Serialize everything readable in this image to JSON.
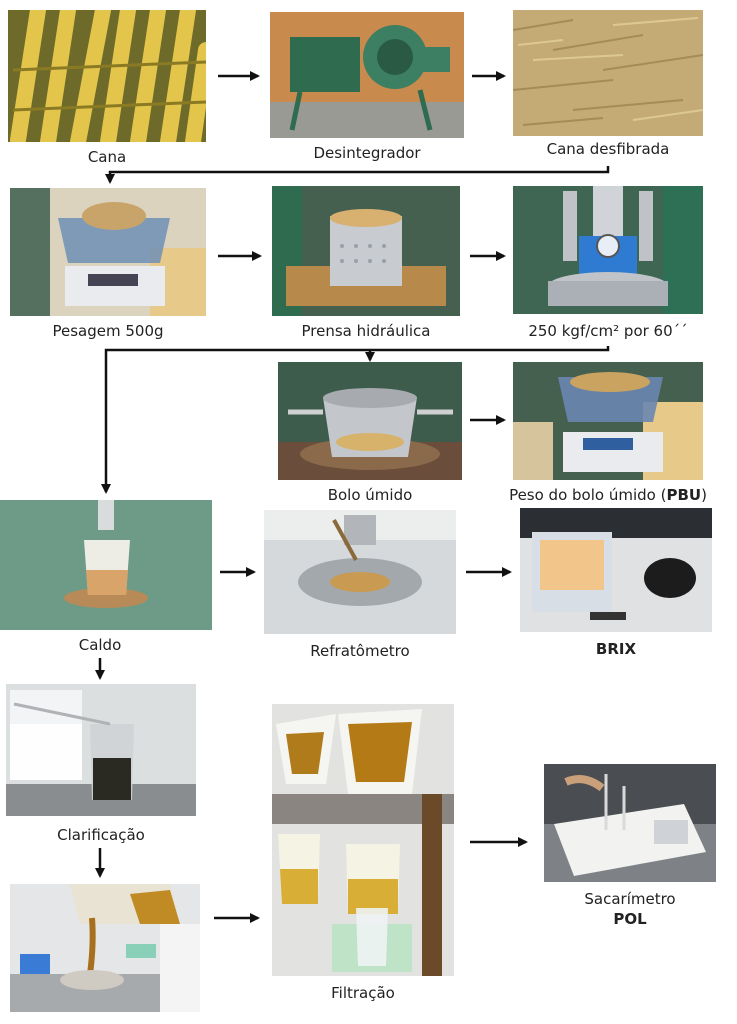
{
  "steps": {
    "cana": "Cana",
    "desintegrador": "Desintegrador",
    "cana_desfibrada": "Cana desfibrada",
    "pesagem": "Pesagem 500g",
    "prensa": "Prensa hidráulica",
    "pressao": "250 kgf/cm² por 60´´",
    "bolo_umido": "Bolo úmido",
    "peso_bolo_prefix": "Peso do bolo úmido (",
    "peso_bolo_bold": "PBU",
    "peso_bolo_suffix": ")",
    "caldo": "Caldo",
    "refratometro": "Refratômetro",
    "brix": "BRIX",
    "clarificacao": "Clarificação",
    "filtracao": "Filtração",
    "sacarimetro": "Sacarímetro",
    "pol": "POL"
  },
  "colors": {
    "arrow": "#111111",
    "cane_yellow": "#d8b83a",
    "machine_green": "#2f6b4f",
    "steel": "#b8bcc0",
    "juice": "#c9a24a"
  }
}
